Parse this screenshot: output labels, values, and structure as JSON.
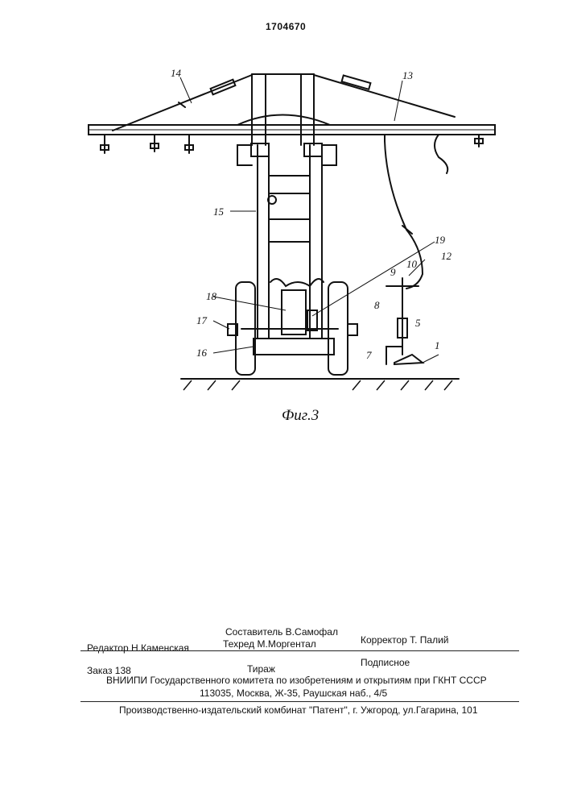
{
  "header": {
    "patent_number": "1704670"
  },
  "figure": {
    "caption": "Фиг.3",
    "labels": [
      "1",
      "5",
      "7",
      "8",
      "9",
      "10",
      "12",
      "13",
      "14",
      "15",
      "16",
      "17",
      "18",
      "19"
    ]
  },
  "imprint": {
    "compiler": "Составитель  В.Самофал",
    "editor": "Редактор  Н.Каменская",
    "techred": "Техред М.Моргентал",
    "corrector": "Корректор  Т. Палий",
    "order": "Заказ 138",
    "circulation": "Тираж",
    "subscription": "Подписное",
    "org": "ВНИИПИ Государственного комитета по изобретениям и открытиям при ГКНТ СССР",
    "address": "113035, Москва, Ж-35, Раушская наб., 4/5",
    "publisher": "Производственно-издательский комбинат \"Патент\", г. Ужгород, ул.Гагарина, 101"
  }
}
